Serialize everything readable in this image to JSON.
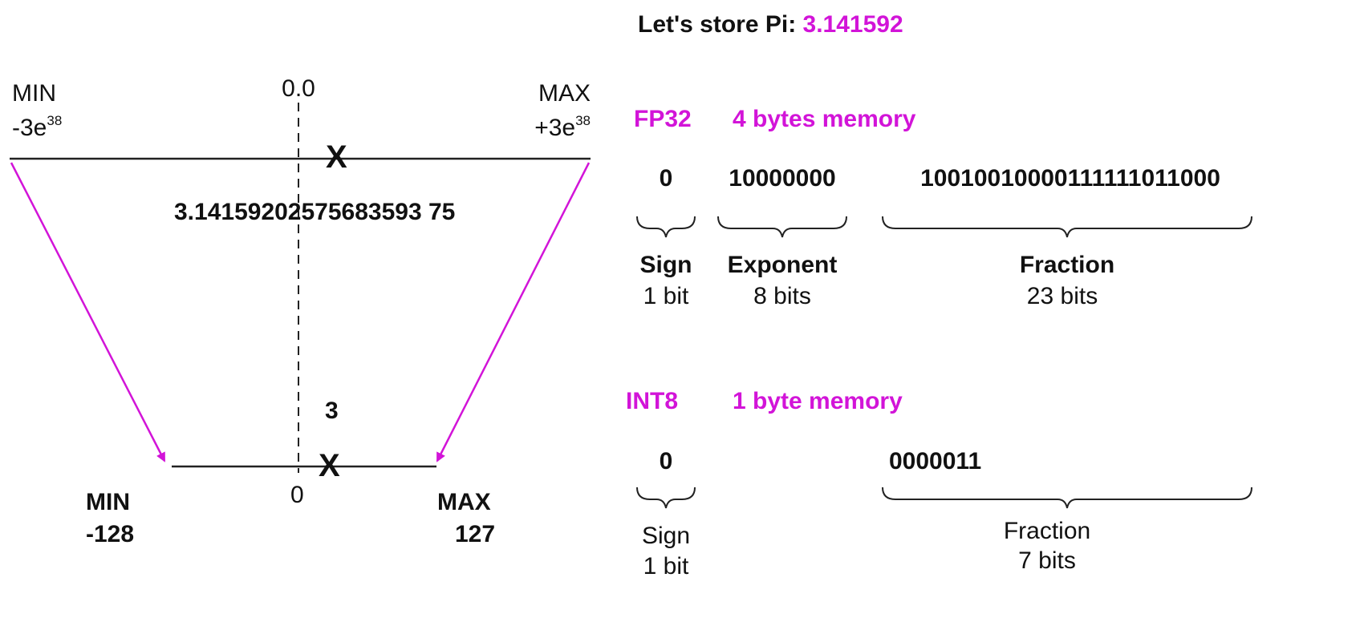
{
  "header": {
    "prefix": "Let's store Pi:",
    "value": "3.141592"
  },
  "top_range": {
    "min_label": "MIN",
    "min_base": "-3e",
    "min_exp": "38",
    "max_label": "MAX",
    "max_base": "+3e",
    "max_exp": "38",
    "zero": "0.0",
    "stored_value": "3.14159202575683593 75",
    "marker": "X"
  },
  "bottom_range": {
    "min_label": "MIN",
    "min_value": "-128",
    "max_label": "MAX",
    "max_value": "127",
    "zero": "0",
    "stored_value": "3",
    "marker": "X"
  },
  "fp32": {
    "name": "FP32",
    "memory": "4 bytes memory",
    "sign_bits": "0",
    "exponent_bits": "10000000",
    "fraction_bits": "10010010000111111011000",
    "sign_title": "Sign",
    "sign_size": "1 bit",
    "exponent_title": "Exponent",
    "exponent_size": "8 bits",
    "fraction_title": "Fraction",
    "fraction_size": "23 bits"
  },
  "int8": {
    "name": "INT8",
    "memory": "1 byte memory",
    "sign_bits": "0",
    "fraction_bits": "0000011",
    "sign_title": "Sign",
    "sign_size": "1 bit",
    "fraction_title": "Fraction",
    "fraction_size": "7 bits"
  },
  "colors": {
    "accent": "#d214d8",
    "text": "#111111"
  }
}
